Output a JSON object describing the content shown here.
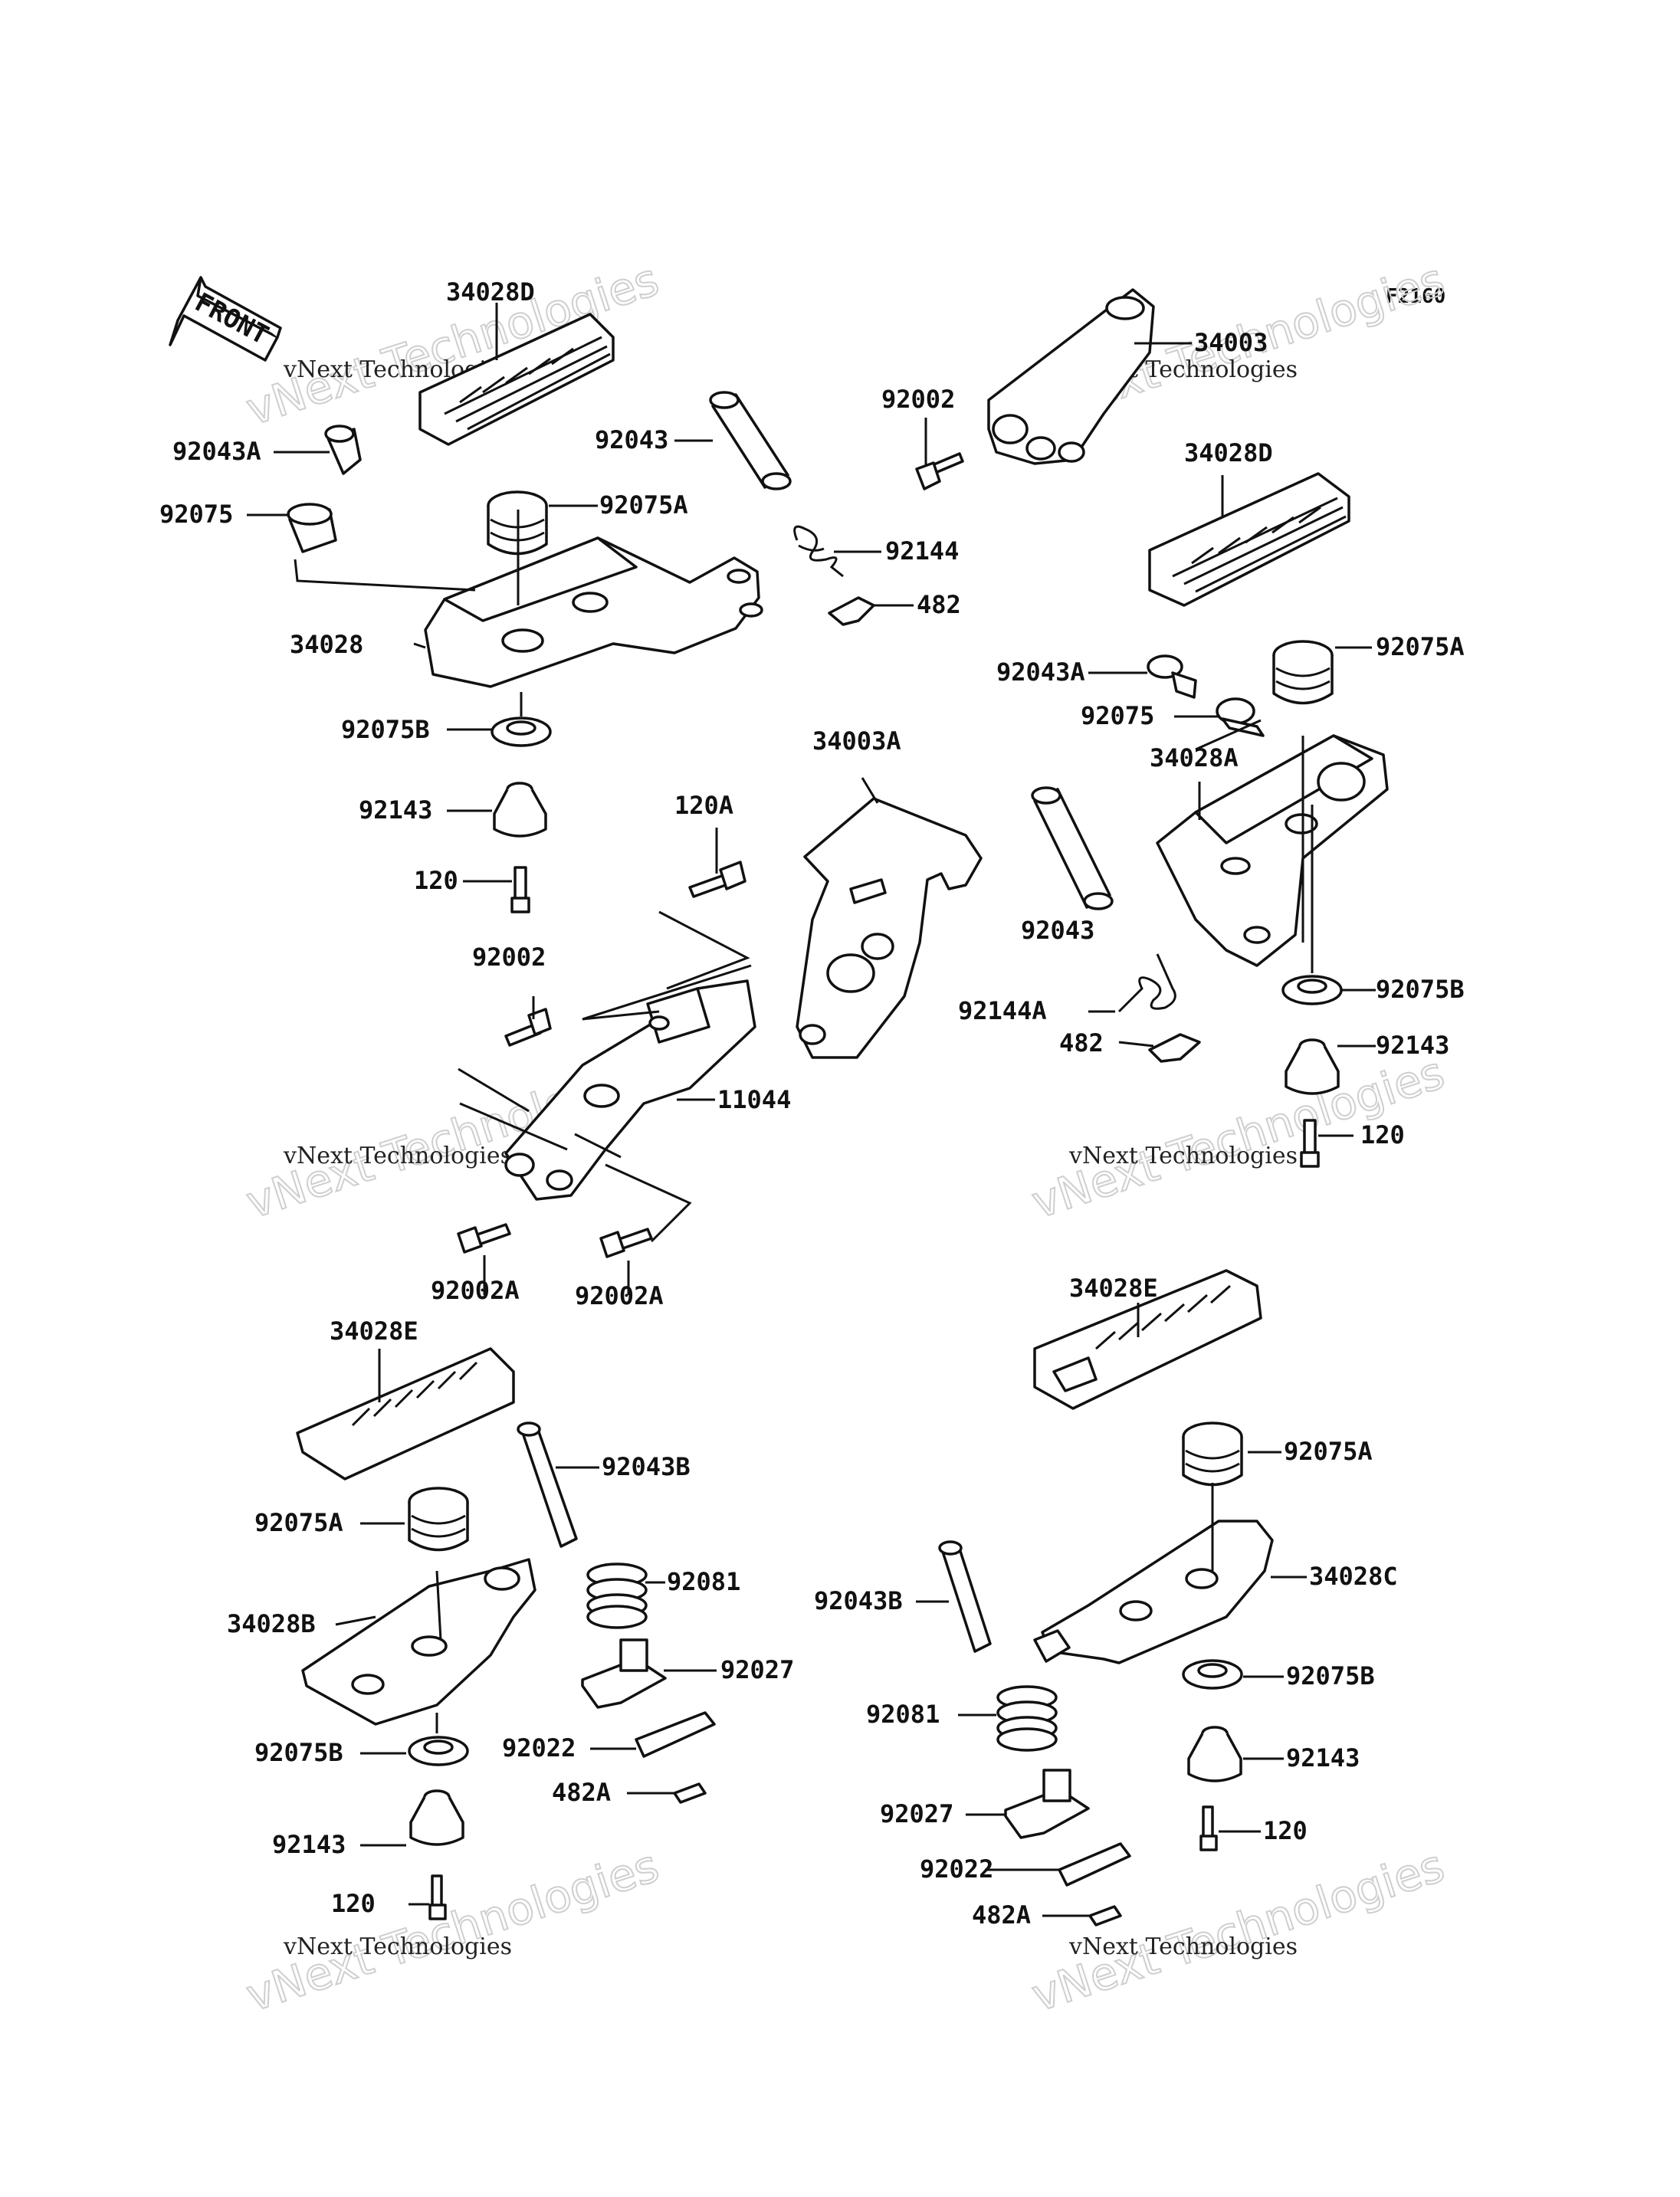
{
  "diagram": {
    "figure_code": "F2160",
    "front_label": "FRONT",
    "watermark": {
      "line1": "vNext Technologies",
      "line2": "vNext Technologies"
    },
    "callouts": [
      {
        "id": "l1",
        "text": "34028D"
      },
      {
        "id": "l2",
        "text": "92043A"
      },
      {
        "id": "l3",
        "text": "92075"
      },
      {
        "id": "l4",
        "text": "92075A"
      },
      {
        "id": "l5",
        "text": "34028"
      },
      {
        "id": "l6",
        "text": "92075B"
      },
      {
        "id": "l7",
        "text": "92143"
      },
      {
        "id": "l8",
        "text": "120"
      },
      {
        "id": "l9",
        "text": "92043"
      },
      {
        "id": "l10",
        "text": "92144"
      },
      {
        "id": "l11",
        "text": "482"
      },
      {
        "id": "l12",
        "text": "92002"
      },
      {
        "id": "l13",
        "text": "34003"
      },
      {
        "id": "l14",
        "text": "34028D"
      },
      {
        "id": "l15",
        "text": "92075A"
      },
      {
        "id": "l16",
        "text": "92043A"
      },
      {
        "id": "l17",
        "text": "92075"
      },
      {
        "id": "l18",
        "text": "34028A"
      },
      {
        "id": "l19",
        "text": "34003A"
      },
      {
        "id": "l20",
        "text": "120A"
      },
      {
        "id": "l21",
        "text": "92002"
      },
      {
        "id": "l22",
        "text": "11044"
      },
      {
        "id": "l23",
        "text": "92002A"
      },
      {
        "id": "l24",
        "text": "92002A"
      },
      {
        "id": "l25",
        "text": "92043"
      },
      {
        "id": "l26",
        "text": "92144A"
      },
      {
        "id": "l27",
        "text": "482"
      },
      {
        "id": "l28",
        "text": "92075B"
      },
      {
        "id": "l29",
        "text": "92143"
      },
      {
        "id": "l30",
        "text": "120"
      },
      {
        "id": "l31",
        "text": "34028E"
      },
      {
        "id": "l32",
        "text": "92043B"
      },
      {
        "id": "l33",
        "text": "92075A"
      },
      {
        "id": "l34",
        "text": "92081"
      },
      {
        "id": "l35",
        "text": "34028B"
      },
      {
        "id": "l36",
        "text": "92027"
      },
      {
        "id": "l37",
        "text": "92075B"
      },
      {
        "id": "l38",
        "text": "92022"
      },
      {
        "id": "l39",
        "text": "482A"
      },
      {
        "id": "l40",
        "text": "92143"
      },
      {
        "id": "l41",
        "text": "120"
      },
      {
        "id": "l42",
        "text": "34028E"
      },
      {
        "id": "l43",
        "text": "92075A"
      },
      {
        "id": "l44",
        "text": "92043B"
      },
      {
        "id": "l45",
        "text": "34028C"
      },
      {
        "id": "l46",
        "text": "92075B"
      },
      {
        "id": "l47",
        "text": "92081"
      },
      {
        "id": "l48",
        "text": "92143"
      },
      {
        "id": "l49",
        "text": "92027"
      },
      {
        "id": "l50",
        "text": "120"
      },
      {
        "id": "l51",
        "text": "92022"
      },
      {
        "id": "l52",
        "text": "482A"
      }
    ]
  }
}
